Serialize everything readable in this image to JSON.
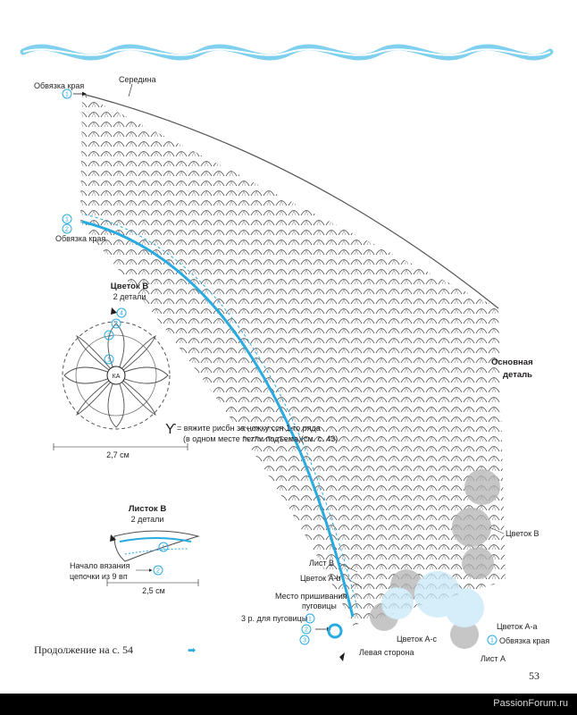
{
  "colors": {
    "accent": "#29abe2",
    "ink": "#231f20",
    "gray_motif": "#b3b3b3",
    "light_blue_motif": "#c7e9f8"
  },
  "main_part": {
    "title_line1": "Основная",
    "title_line2": "деталь",
    "label_middle": "Середина",
    "label_edge_top": "Обвязка края",
    "label_edge_left": "Обвязка края",
    "round_marks_top": [
      "1"
    ],
    "round_marks_left": [
      "1",
      "2"
    ]
  },
  "callouts": {
    "leaf_b": "Лист В",
    "flower_ab": "Цветок А-b",
    "button_place_line1": "Место пришивания",
    "button_place_line2": "пуговицы",
    "button_rows": "3 р. для пуговицы",
    "flower_ac": "Цветок А-с",
    "left_side": "Левая сторона",
    "flower_b_right": "Цветок В",
    "flower_aa": "Цветок А-а",
    "edge_bottom": "Обвязка края",
    "leaf_a": "Лист А",
    "marks_button": [
      "1",
      "2",
      "3"
    ],
    "mark_edge_bottom": "1"
  },
  "flower_b": {
    "title": "Цветок В",
    "subtitle": "2 детали",
    "center_label": "КА",
    "rounds": [
      "1",
      "2",
      "3",
      "4"
    ],
    "legend_line1": "= вяжите рисбн за ножку ссн 1-го ряда",
    "legend_line2": "(в одном месте петли подъема)(см. с. 43)",
    "dimension": "2,7 см"
  },
  "leaf_b": {
    "title": "Листок В",
    "subtitle": "2 детали",
    "start_line1": "Начало вязания",
    "start_line2": "цепочки из 9 вп",
    "rounds": [
      "1",
      "2"
    ],
    "dimension": "2,5 см"
  },
  "continuation": "Продолжение на с. 54",
  "page_number": "53",
  "watermark": "PassionForum.ru"
}
